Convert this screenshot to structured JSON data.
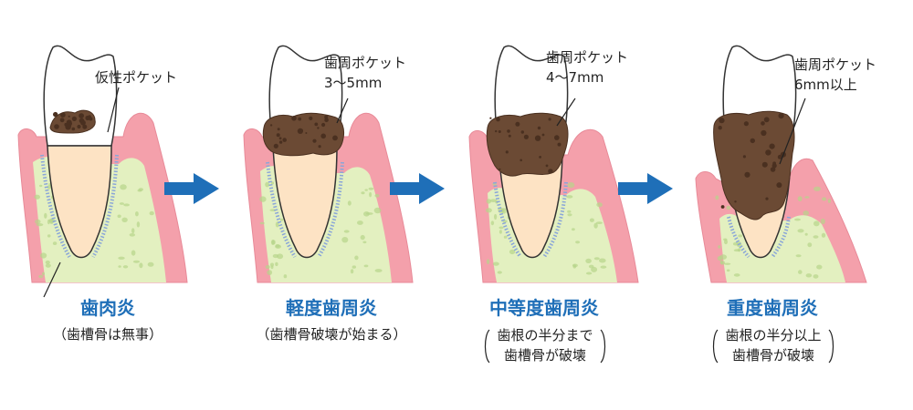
{
  "colors": {
    "gum": "#f4a0ab",
    "gum_light": "#f9c8cf",
    "bone": "#e3f0c0",
    "bone_spot": "#b7d48a",
    "root": "#fde3c4",
    "tartar": "#6b4a34",
    "tartar_dark": "#4a3020",
    "title": "#1f6fb8",
    "arrow": "#1f6fb8",
    "ligament": "#8aa6d8"
  },
  "stages": [
    {
      "title": "歯肉炎",
      "pocket_lines": [
        "仮性ポケット"
      ],
      "desc_lines": [
        "（歯槽骨は無事）"
      ],
      "bracketed": false
    },
    {
      "title": "軽度歯周炎",
      "pocket_lines": [
        "歯周ポケット",
        "3～5mm"
      ],
      "desc_lines": [
        "（歯槽骨破壊が始まる）"
      ],
      "bracketed": false
    },
    {
      "title": "中等度歯周炎",
      "pocket_lines": [
        "歯周ポケット",
        "4～7mm"
      ],
      "desc_lines": [
        "歯根の半分まで",
        "歯槽骨が破壊"
      ],
      "bracketed": true
    },
    {
      "title": "重度歯周炎",
      "pocket_lines": [
        "歯周ポケット",
        "6mm以上"
      ],
      "desc_lines": [
        "歯根の半分以上",
        "歯槽骨が破壊"
      ],
      "bracketed": true
    }
  ]
}
